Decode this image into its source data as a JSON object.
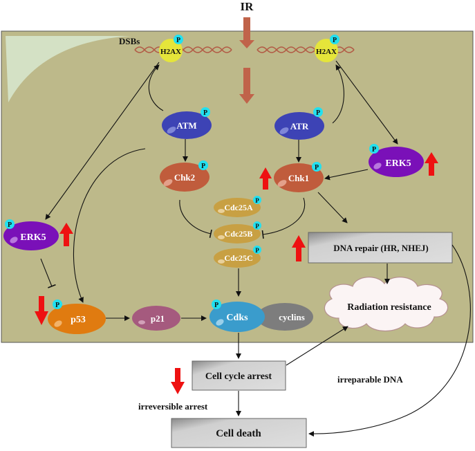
{
  "title": "IR",
  "dsbs_label": "DSBs",
  "phospho_label": "P",
  "nodes": {
    "h2ax_left": "H2AX",
    "h2ax_right": "H2AX",
    "atm": "ATM",
    "atr": "ATR",
    "chk2": "Chk2",
    "chk1": "Chk1",
    "erk5_right": "ERK5",
    "erk5_left": "ERK5",
    "cdc25a": "Cdc25A",
    "cdc25b": "Cdc25B",
    "cdc25c": "Cdc25C",
    "p53": "p53",
    "p21": "p21",
    "cdks": "Cdks",
    "cyclins": "cyclins"
  },
  "boxes": {
    "dna_repair": "DNA repair (HR, NHEJ)",
    "radiation_resistance": "Radiation resistance",
    "cell_cycle_arrest": "Cell cycle arrest",
    "cell_death": "Cell death"
  },
  "edge_labels": {
    "irreversible_arrest": "irreversible arrest",
    "irreparable_dna": "irreparable DNA"
  },
  "colors": {
    "background_panel": "#bdb98a",
    "ir_arrow": "#c0634a",
    "updown_arrow": "#ee1111",
    "h2ax": "#e5e53a",
    "atm": "#3d43b5",
    "atr": "#3d43b5",
    "chk": "#c05c3c",
    "erk5": "#7a10b8",
    "cdc25": "#c8a043",
    "p53": "#e07b10",
    "p21": "#a55a7e",
    "cdks": "#3a9ccc",
    "cyclins": "#7d7d7d",
    "phospho": "#22e0f0"
  }
}
